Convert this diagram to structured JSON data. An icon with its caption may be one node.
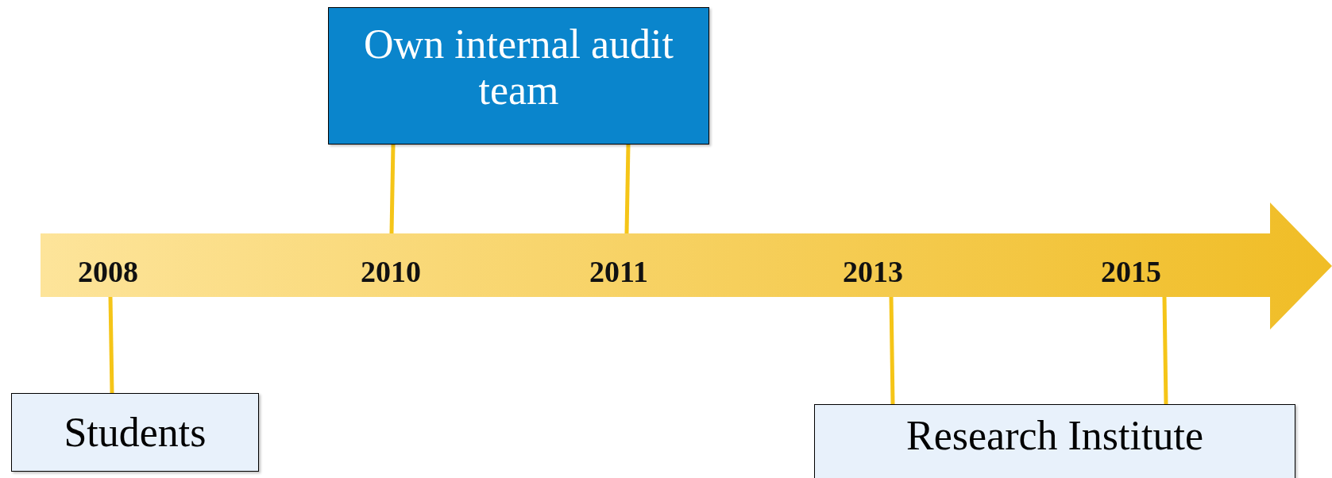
{
  "diagram": {
    "nodes": [
      {
        "text": [
          "Own internal audit team"
        ]
      },
      {
        "text": [
          "2008",
          "2010",
          "2011",
          "2013",
          "2015"
        ]
      },
      {
        "text": [
          "Students"
        ]
      },
      {
        "text": [
          "Research Institute"
        ]
      }
    ],
    "edges": [
      {
        "from": 0,
        "to": 1,
        "arrow": "none",
        "color": "#f5c518"
      },
      {
        "from": 0,
        "to": 1,
        "arrow": "none",
        "color": "#f5c518"
      },
      {
        "from": 2,
        "to": 1,
        "arrow": "none",
        "color": "#f5c518"
      },
      {
        "from": 3,
        "to": 1,
        "arrow": "none",
        "color": "#f5c518"
      },
      {
        "from": 3,
        "to": 1,
        "arrow": "none",
        "color": "#f5c518"
      }
    ]
  }
}
